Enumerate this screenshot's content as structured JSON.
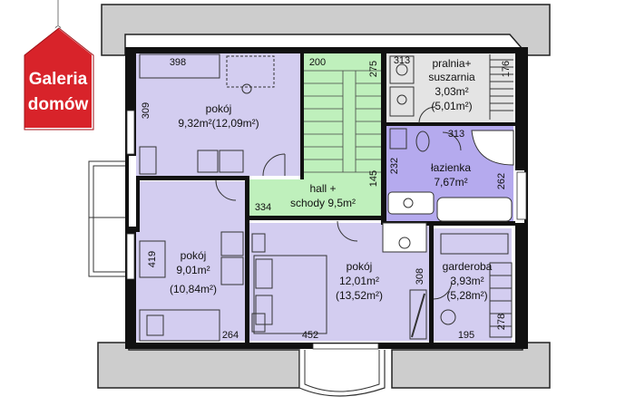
{
  "logo": {
    "line1": "Galeria",
    "line2": "domów",
    "color": "#d8232a"
  },
  "colors": {
    "room": "#d3cdf0",
    "hall": "#bff0bc",
    "bath": "#b5aaee",
    "laundry": "#e4e4e4",
    "roof": "#cdcdcd",
    "wall": "#111111"
  },
  "rooms": {
    "bedroom_top": {
      "name": "pokój",
      "area": "9,32m²(12,09m²)"
    },
    "laundry": {
      "name": "pralnia+",
      "name2": "suszarnia",
      "area": "3,03m²",
      "area2": "(5,01m²)"
    },
    "hall": {
      "name": "hall +",
      "name2": "schody 9,5m²"
    },
    "bathroom": {
      "name": "łazienka",
      "area": "7,67m²"
    },
    "bedroom_left": {
      "name": "pokój",
      "area": "9,01m²",
      "area2": "(10,84m²)"
    },
    "bedroom_main": {
      "name": "pokój",
      "area": "12,01m²",
      "area2": "(13,52m²)"
    },
    "wardrobe": {
      "name": "garderoba",
      "area": "3,93m²",
      "area2": "(5,28m²)"
    }
  },
  "dimensions": {
    "d398": "398",
    "d200": "200",
    "d275": "275",
    "d313a": "313",
    "d176": "176",
    "d309": "309",
    "d313b": "313",
    "d232": "232",
    "d145": "145",
    "d262": "262",
    "d334": "334",
    "d419": "419",
    "d308": "308",
    "d278": "278",
    "d264": "264",
    "d452": "452",
    "d195": "195"
  }
}
